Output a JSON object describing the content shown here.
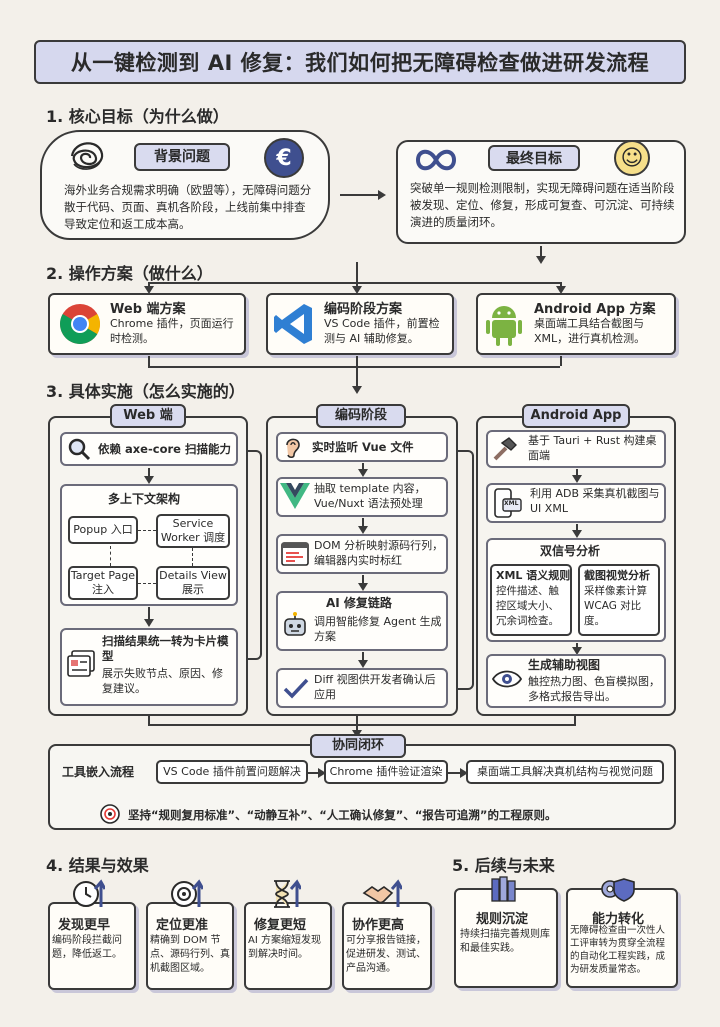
{
  "title": "从一键检测到 AI 修复：我们如何把无障碍检查做进研发流程",
  "section1": {
    "heading": "1. 核心目标（为什么做）",
    "background": {
      "label": "背景问题",
      "text": "海外业务合规需求明确（欧盟等），无障碍问题分散于代码、页面、真机各阶段，上线前集中排查导致定位和返工成本高。"
    },
    "goal": {
      "label": "最终目标",
      "text": "突破单一规则检测限制，实现无障碍问题在适当阶段被发现、定位、修复，形成可复查、可沉淀、可持续演进的质量闭环。"
    }
  },
  "section2": {
    "heading": "2. 操作方案（做什么）",
    "web": {
      "title": "Web 端方案",
      "text": "Chrome 插件，页面运行时检测。"
    },
    "coding": {
      "title": "编码阶段方案",
      "text": "VS Code 插件，前置检测与 AI 辅助修复。"
    },
    "android": {
      "title": "Android App 方案",
      "text": "桌面端工具结合截图与 XML，进行真机检测。"
    }
  },
  "section3": {
    "heading": "3. 具体实施（怎么实施的）",
    "web": {
      "label": "Web 端",
      "axe": "依赖 axe-core 扫描能力",
      "multi_title": "多上下文架构",
      "popup": "Popup 入口",
      "sw": "Service Worker 调度",
      "target": "Target Page 注入",
      "details": "Details View 展示",
      "card_title": "扫描结果统一转为卡片模型",
      "card_text": "展示失败节点、原因、修复建议。"
    },
    "coding": {
      "label": "编码阶段",
      "listen": "实时监听 Vue 文件",
      "extract": "抽取 template 内容，Vue/Nuxt 语法预处理",
      "dom": "DOM 分析映射源码行列，编辑器内实时标红",
      "ai_title": "AI 修复链路",
      "ai_text": "调用智能修复 Agent 生成方案",
      "diff": "Diff 视图供开发者确认后应用"
    },
    "android": {
      "label": "Android App",
      "tauri": "基于 Tauri + Rust 构建桌面端",
      "adb": "利用 ADB 采集真机截图与 UI XML",
      "xml_badge": "XML",
      "dual_title": "双信号分析",
      "xml_title": "XML 语义规则",
      "xml_text": "控件描述、触控区域大小、冗余词检查。",
      "shot_title": "截图视觉分析",
      "shot_text": "采样像素计算 WCAG 对比度。",
      "view_title": "生成辅助视图",
      "view_text": "触控热力图、色盲模拟图，多格式报告导出。"
    }
  },
  "loop": {
    "label": "协同闭环",
    "flow_label": "工具嵌入流程",
    "step1": "VS Code 插件前置问题解决",
    "step2": "Chrome 插件验证渲染",
    "step3": "桌面端工具解决真机结构与视觉问题",
    "principle": "坚持“规则复用标准”、“动静互补”、“人工确认修复”、“报告可追溯”的工程原则。"
  },
  "section4": {
    "heading": "4. 结果与效果",
    "items": [
      {
        "title": "发现更早",
        "text": "编码阶段拦截问题，降低返工。"
      },
      {
        "title": "定位更准",
        "text": "精确到 DOM 节点、源码行列、真机截图区域。"
      },
      {
        "title": "修复更短",
        "text": "AI 方案缩短发现到解决时间。"
      },
      {
        "title": "协作更高",
        "text": "可分享报告链接，促进研发、测试、产品沟通。"
      }
    ]
  },
  "section5": {
    "heading": "5. 后续与未来",
    "items": [
      {
        "title": "规则沉淀",
        "text": "持续扫描完善规则库和最佳实践。"
      },
      {
        "title": "能力转化",
        "text": "无障碍检查由一次性人工评审转为贯穿全流程的自动化工程实践，成为研发质量常态。"
      }
    ]
  },
  "colors": {
    "accent": "#d6d8ee",
    "ink": "#2a2a2a",
    "paper": "#f3f0ea"
  },
  "icons": {
    "euro": "€",
    "smile": "☺",
    "ear": "👂",
    "robot": "🤖",
    "check": "✓"
  }
}
